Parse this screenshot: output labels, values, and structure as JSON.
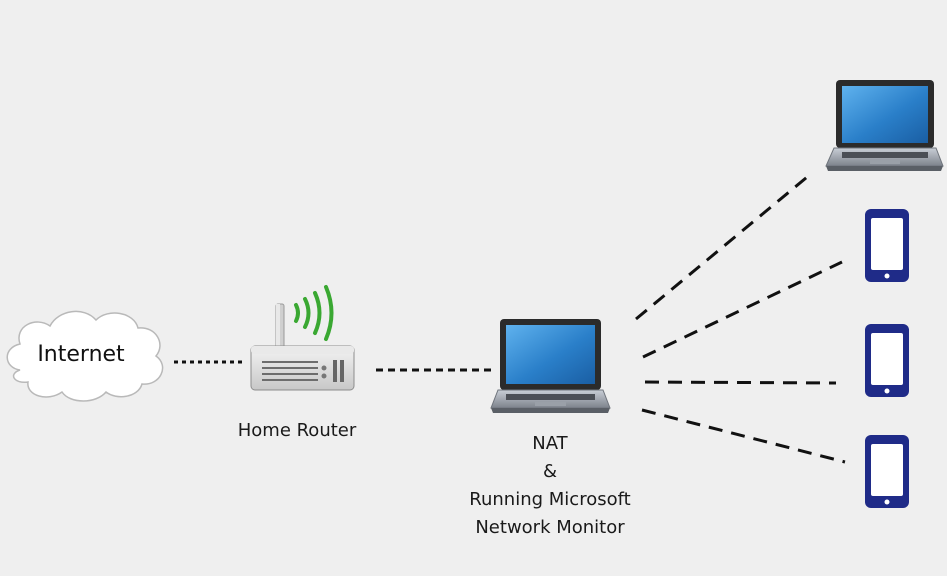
{
  "internet": {
    "label": "Internet"
  },
  "router": {
    "label": "Home Router"
  },
  "nat": {
    "line1": "NAT",
    "line2": "&",
    "line3": "Running Microsoft",
    "line4": "Network Monitor"
  },
  "colors": {
    "background": "#efefef",
    "wifi": "#3aa832",
    "phone": "#1f2b88",
    "laptop_screen": "#2a7fc9",
    "link": "#111111"
  },
  "icons": [
    "cloud-icon",
    "router-icon",
    "wifi-signal-icon",
    "laptop-icon",
    "smartphone-icon"
  ]
}
